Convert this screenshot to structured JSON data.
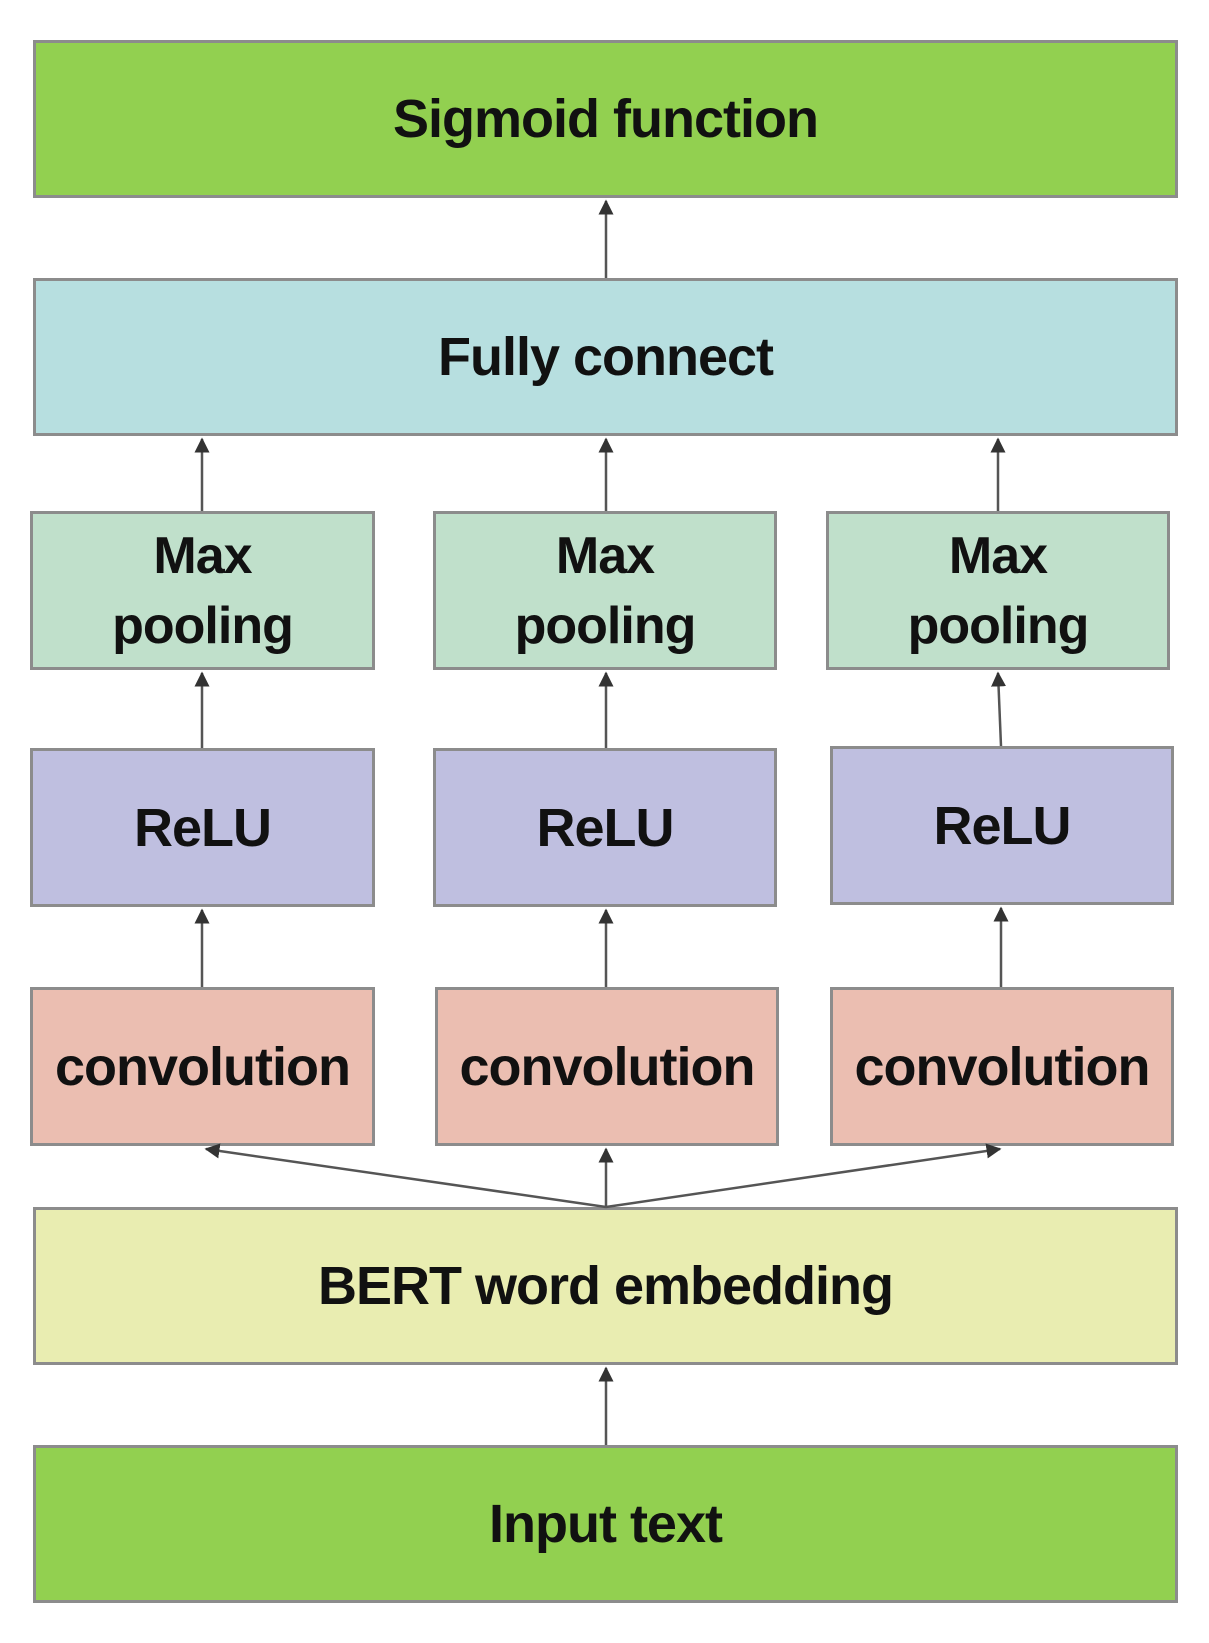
{
  "nodes": {
    "sigmoid": {
      "label": "Sigmoid function",
      "color": "#92d050"
    },
    "fully_connect": {
      "label": "Fully connect",
      "color": "#b7dfe0"
    },
    "max_pooling": [
      {
        "label": "Max\npooling",
        "color": "#c0e0cb"
      },
      {
        "label": "Max\npooling",
        "color": "#c0e0cb"
      },
      {
        "label": "Max\npooling",
        "color": "#c0e0cb"
      }
    ],
    "relu": [
      {
        "label": "ReLU",
        "color": "#bfbfe0"
      },
      {
        "label": "ReLU",
        "color": "#bfbfe0"
      },
      {
        "label": "ReLU",
        "color": "#bfbfe0"
      }
    ],
    "convolution": [
      {
        "label": "convolution",
        "color": "#ebbeb1"
      },
      {
        "label": "convolution",
        "color": "#ebbeb1"
      },
      {
        "label": "convolution",
        "color": "#ebbeb1"
      }
    ],
    "bert": {
      "label": "BERT word embedding",
      "color": "#e9edb1"
    },
    "input": {
      "label": "Input text",
      "color": "#92d050"
    }
  }
}
